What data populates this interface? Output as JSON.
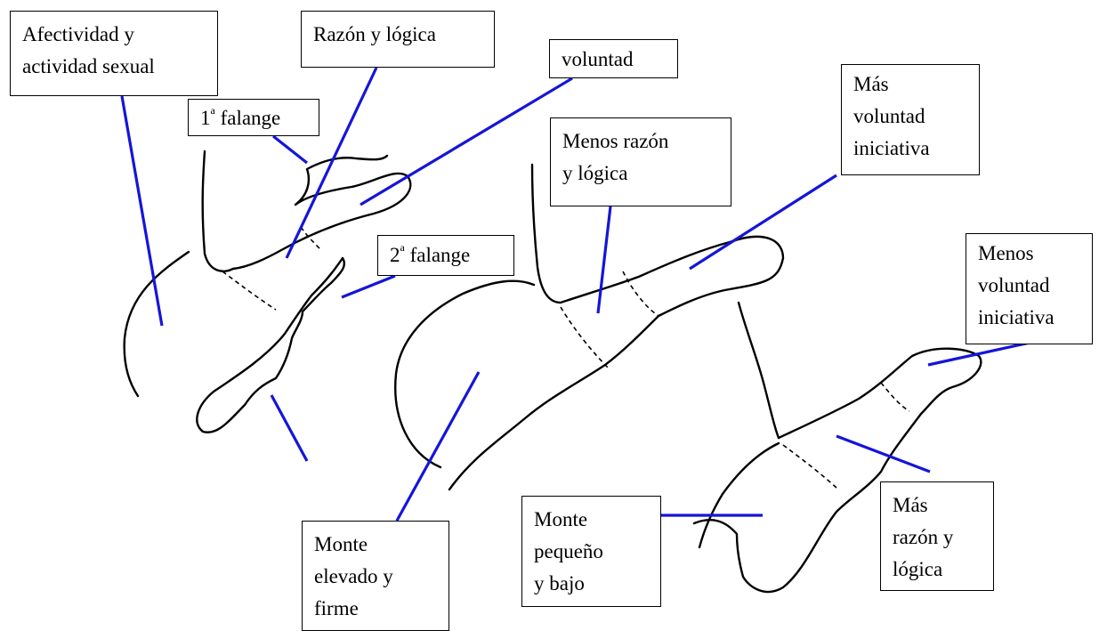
{
  "colors": {
    "leader": "#1515d8",
    "outline": "#000000",
    "box_border": "#000000"
  },
  "labels": {
    "afectividad": "Afectividad y\nactividad sexual",
    "razon_logica": "Razón y lógica",
    "voluntad": "voluntad",
    "mas_voluntad": "Más\nvoluntad\niniciativa",
    "falange1_num": "1",
    "falange1_sup": "a",
    "falange1_text": " falange",
    "falange2_num": "2",
    "falange2_sup": "a",
    "falange2_text": " falange",
    "menos_razon": "Menos razón\ny lógica",
    "menos_voluntad": "Menos\nvoluntad\niniciativa",
    "monte_elevado": "Monte\nelevado y\nfirme",
    "monte_pequeno": "Monte\npequeño\ny bajo",
    "mas_razon": "Más\nrazón y\nlógica"
  }
}
